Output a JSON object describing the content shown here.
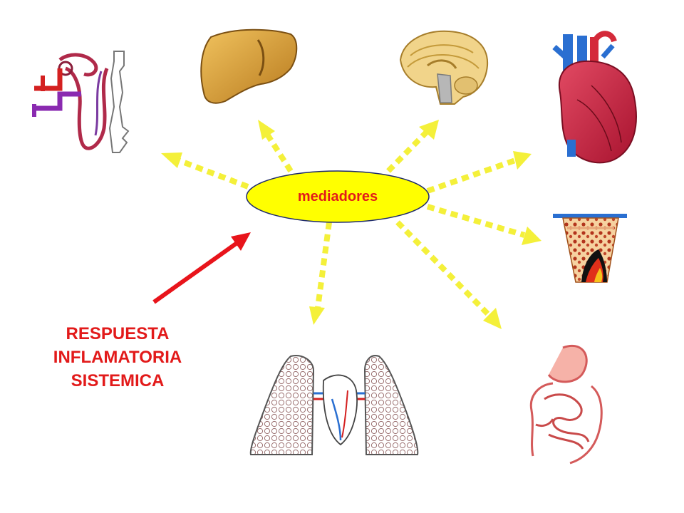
{
  "center": {
    "label": "mediadores"
  },
  "source_label": {
    "lines": [
      "RESPUESTA",
      "INFLAMATORIA",
      "SISTEMICA"
    ]
  },
  "colors": {
    "arrow_dotted": "#f4f03a",
    "arrow_solid": "#e8141b",
    "ellipse_fill": "#ffff00",
    "text": "#e21a1a"
  },
  "organs": [
    {
      "name": "kidney-nephron-icon"
    },
    {
      "name": "liver-icon"
    },
    {
      "name": "brain-icon"
    },
    {
      "name": "heart-icon"
    },
    {
      "name": "bone-marrow-icon"
    },
    {
      "name": "intestine-icon"
    },
    {
      "name": "lungs-icon"
    }
  ]
}
